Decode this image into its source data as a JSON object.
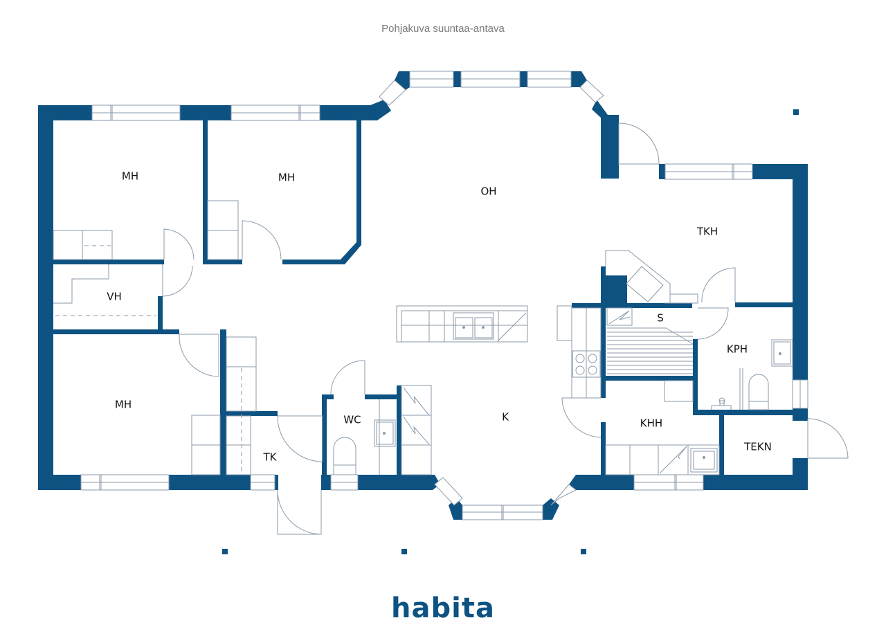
{
  "caption": "Pohjakuva suuntaa-antava",
  "brand": {
    "logo_text": "habita",
    "color": "#0e5282"
  },
  "colors": {
    "wall": "#0e5282",
    "line": "#8a9aaa",
    "text": "#111111",
    "caption": "#7a7a7a"
  },
  "rooms": [
    {
      "id": "mh1",
      "label": "MH"
    },
    {
      "id": "mh2",
      "label": "MH"
    },
    {
      "id": "oh",
      "label": "OH"
    },
    {
      "id": "tkh",
      "label": "TKH"
    },
    {
      "id": "vh",
      "label": "VH"
    },
    {
      "id": "s",
      "label": "S"
    },
    {
      "id": "kph",
      "label": "KPH"
    },
    {
      "id": "mh3",
      "label": "MH"
    },
    {
      "id": "wc",
      "label": "WC"
    },
    {
      "id": "k",
      "label": "K"
    },
    {
      "id": "khh",
      "label": "KHH"
    },
    {
      "id": "tk",
      "label": "TK"
    },
    {
      "id": "tekn",
      "label": "TEKN"
    }
  ]
}
